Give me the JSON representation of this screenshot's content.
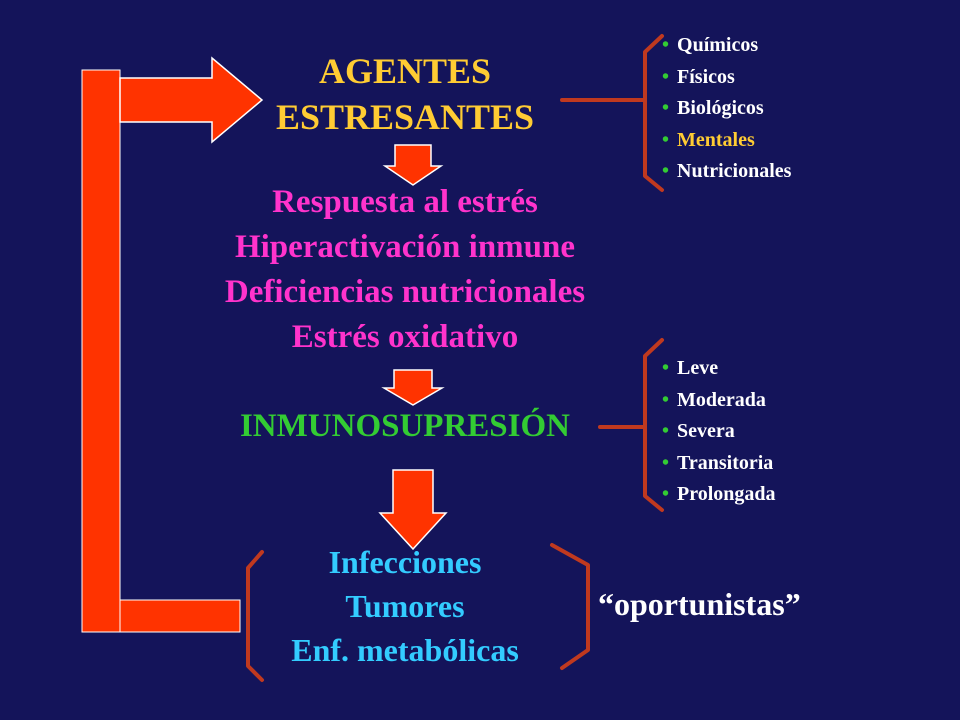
{
  "colors": {
    "background": "#14145a",
    "arrow_fill": "#ff3300",
    "arrow_stroke": "#ffffff",
    "bracket": "#c0391f",
    "agents_text": "#ffcc33",
    "response_text": "#ff33cc",
    "immuno_text": "#33cc33",
    "outcomes_text": "#33ccff",
    "opportunistic_text": "#ffffff",
    "bullet_dot": "#33cc33",
    "bullet_text": "#ffffff",
    "bullet_highlight": "#ffcc33"
  },
  "agents": {
    "line1": "AGENTES",
    "line2": "ESTRESANTES",
    "types": [
      {
        "label": "Químicos",
        "highlight": false
      },
      {
        "label": "Físicos",
        "highlight": false
      },
      {
        "label": "Biológicos",
        "highlight": false
      },
      {
        "label": "Mentales",
        "highlight": true
      },
      {
        "label": "Nutricionales",
        "highlight": false
      }
    ]
  },
  "response": {
    "lines": [
      "Respuesta al estrés",
      "Hiperactivación inmune",
      "Deficiencias nutricionales",
      "Estrés oxidativo"
    ]
  },
  "immunosuppression": {
    "label": "INMUNOSUPRESIÓN",
    "degrees": [
      {
        "label": "Leve"
      },
      {
        "label": "Moderada"
      },
      {
        "label": "Severa"
      },
      {
        "label": "Transitoria"
      },
      {
        "label": "Prolongada"
      }
    ]
  },
  "outcomes": {
    "lines": [
      "Infecciones",
      "Tumores",
      "Enf. metabólicas"
    ],
    "qualifier": "“oportunistas”"
  },
  "bullet_symbol": "•"
}
